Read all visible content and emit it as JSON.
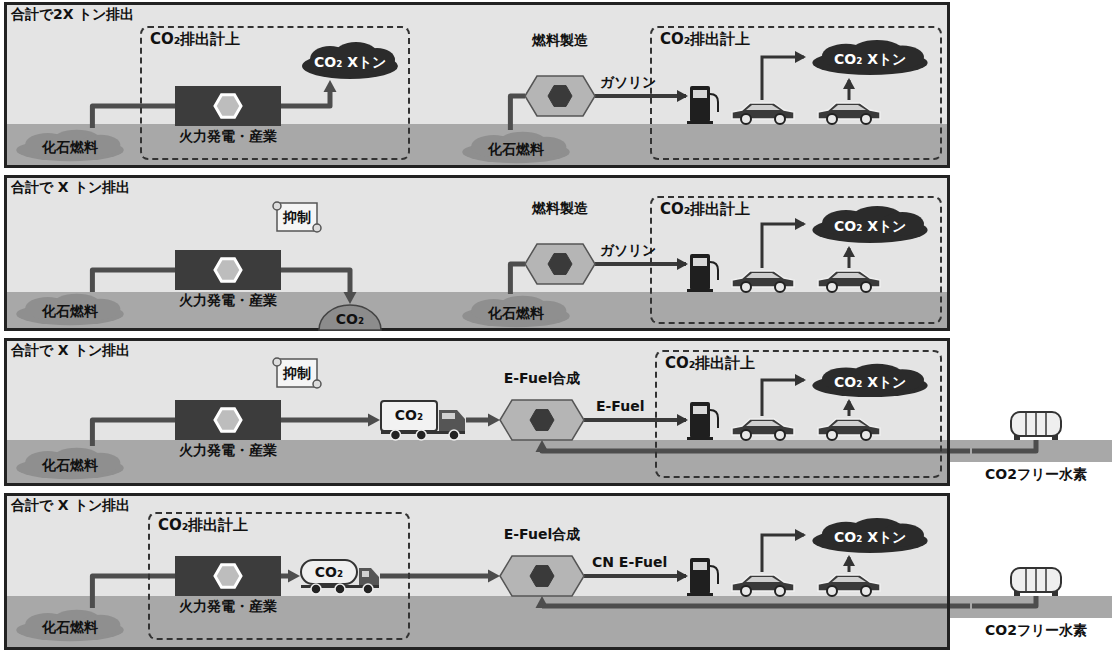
{
  "diagram": {
    "nodes": [
      {
        "text": [
          "合計で2X トン排出"
        ]
      },
      {
        "text": [
          "CO₂排出計上"
        ],
        "in": 0
      },
      {
        "text": [
          "CO₂ Xトン"
        ],
        "in": 1
      },
      {
        "text": [
          "火力発電・産業"
        ],
        "in": 1
      },
      {
        "text": [
          "化石燃料"
        ],
        "in": 0
      },
      {
        "text": [
          "燃料製造"
        ],
        "in": 0
      },
      {
        "text": [
          "CO₂排出計上"
        ],
        "in": 0
      },
      {
        "text": [
          "CO₂ Xトン"
        ],
        "in": 6
      },
      {
        "text": [
          "化石燃料"
        ],
        "in": 0
      },
      {
        "text": [
          "合計で X トン排出"
        ]
      },
      {
        "text": [
          "抑制"
        ],
        "in": 9
      },
      {
        "text": [
          "火力発電・産業"
        ],
        "in": 9
      },
      {
        "text": [
          "CO₂"
        ],
        "in": 9
      },
      {
        "text": [
          "化石燃料"
        ],
        "in": 9
      },
      {
        "text": [
          "燃料製造"
        ],
        "in": 9
      },
      {
        "text": [
          "CO₂排出計上"
        ],
        "in": 9
      },
      {
        "text": [
          "CO₂ Xトン"
        ],
        "in": 15
      },
      {
        "text": [
          "化石燃料"
        ],
        "in": 9
      },
      {
        "text": [
          "合計で X トン排出"
        ]
      },
      {
        "text": [
          "抑制"
        ],
        "in": 18
      },
      {
        "text": [
          "火力発電・産業"
        ],
        "in": 18
      },
      {
        "text": [
          "CO₂"
        ],
        "in": 18
      },
      {
        "text": [
          "E-Fuel合成"
        ],
        "in": 18
      },
      {
        "text": [
          "CO₂排出計上"
        ],
        "in": 18
      },
      {
        "text": [
          "CO₂ Xトン"
        ],
        "in": 23
      },
      {
        "text": [
          "化石燃料"
        ],
        "in": 18
      },
      {
        "text": [
          "CO2フリー水素"
        ]
      },
      {
        "text": [
          "合計で X トン排出"
        ]
      },
      {
        "text": [
          "CO₂排出計上"
        ],
        "in": 27
      },
      {
        "text": [
          "火力発電・産業"
        ],
        "in": 28
      },
      {
        "text": [
          "CO₂"
        ],
        "in": 28
      },
      {
        "text": [
          "E-Fuel合成"
        ],
        "in": 27
      },
      {
        "text": [
          "CO₂ Xトン"
        ],
        "in": 27
      },
      {
        "text": [
          "化石燃料"
        ],
        "in": 27
      },
      {
        "text": [
          "CO2フリー水素"
        ]
      }
    ],
    "edges": [
      {
        "from": 4,
        "to": 3,
        "arrow": "none"
      },
      {
        "from": 3,
        "to": 2,
        "arrow": "to"
      },
      {
        "from": 8,
        "to": 5,
        "arrow": "none"
      },
      {
        "from": 13,
        "to": 11,
        "arrow": "none"
      },
      {
        "from": 11,
        "to": 12,
        "arrow": "to"
      },
      {
        "from": 17,
        "to": 14,
        "arrow": "none"
      },
      {
        "from": 25,
        "to": 20,
        "arrow": "none"
      },
      {
        "from": 20,
        "to": 21,
        "arrow": "to"
      },
      {
        "from": 21,
        "to": 22,
        "arrow": "to"
      },
      {
        "from": 26,
        "to": 22,
        "arrow": "to"
      },
      {
        "from": 33,
        "to": 29,
        "arrow": "none"
      },
      {
        "from": 29,
        "to": 30,
        "arrow": "to"
      },
      {
        "from": 30,
        "to": 31,
        "arrow": "to"
      },
      {
        "from": 34,
        "to": 31,
        "arrow": "to"
      }
    ],
    "labels": [
      "ガソリン",
      "ガソリン",
      "E-Fuel",
      "CN E-Fuel"
    ]
  }
}
